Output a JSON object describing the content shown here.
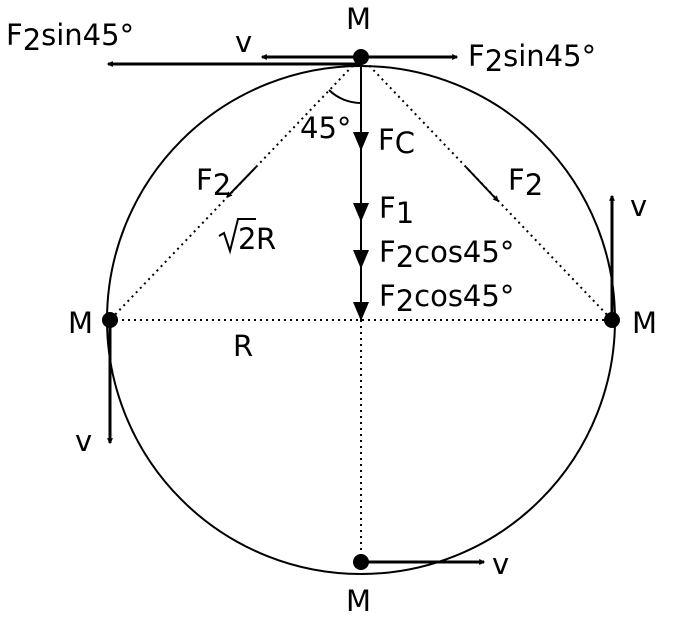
{
  "labels": {
    "mass": "M",
    "velocity": "v",
    "force_symbol": "F",
    "sub_one": "1",
    "sub_two": "2",
    "sub_c": "C",
    "sin45": "sin45°",
    "cos45": "cos45°",
    "angle": "45°",
    "radius": "R",
    "root_digit": "2"
  },
  "colors": {
    "ink": "#000000",
    "background": "#ffffff"
  }
}
